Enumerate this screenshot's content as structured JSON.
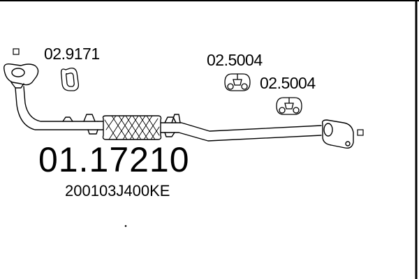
{
  "colors": {
    "line": "#000000",
    "background": "#ffffff"
  },
  "main_part_number": "01.17210",
  "oem_number": "200103J400KE",
  "parts": [
    {
      "id": "gasket",
      "label": "02.9171",
      "icon": "gasket-ring-icon"
    },
    {
      "id": "mount-1",
      "label": "02.5004",
      "icon": "rubber-mount-icon"
    },
    {
      "id": "mount-2",
      "label": "02.5004",
      "icon": "rubber-mount-icon"
    }
  ]
}
